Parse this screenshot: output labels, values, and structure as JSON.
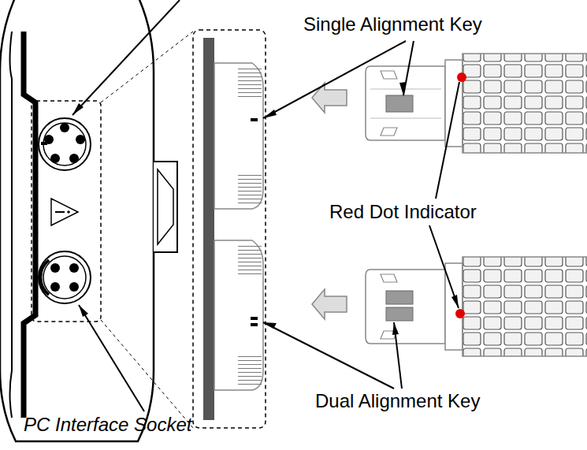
{
  "diagram": {
    "labels": [
      "Single Alignment Key",
      "Red Dot Indicator",
      "Dual Alignment Key",
      "PC Interface Socket"
    ]
  }
}
